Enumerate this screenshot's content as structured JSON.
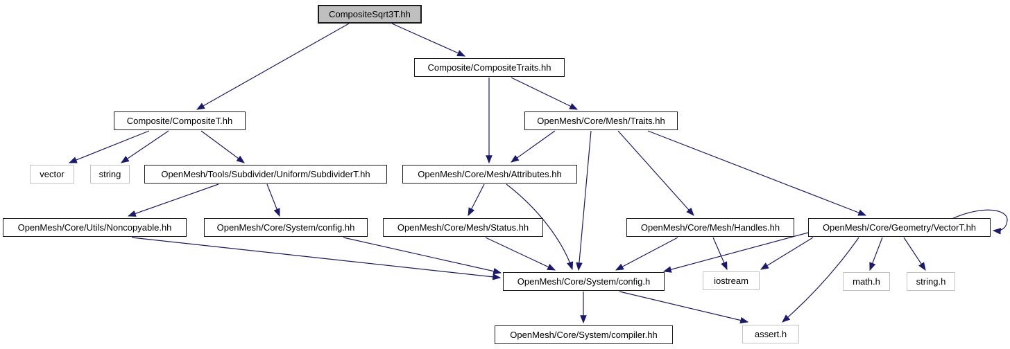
{
  "diagram": {
    "type": "include-dependency-graph",
    "edge_color": "#191970",
    "root_fill": "#bfbfbf",
    "nodes": {
      "composite_sqrt3t": {
        "label": "CompositeSqrt3T.hh",
        "kind": "root"
      },
      "composite_traits": {
        "label": "Composite/CompositeTraits.hh",
        "kind": "internal"
      },
      "composite_t": {
        "label": "Composite/CompositeT.hh",
        "kind": "internal"
      },
      "mesh_traits": {
        "label": "OpenMesh/Core/Mesh/Traits.hh",
        "kind": "internal"
      },
      "vector": {
        "label": "vector",
        "kind": "external"
      },
      "string": {
        "label": "string",
        "kind": "external"
      },
      "subdivider_t": {
        "label": "OpenMesh/Tools/Subdivider/Uniform/SubdividerT.hh",
        "kind": "internal"
      },
      "attributes": {
        "label": "OpenMesh/Core/Mesh/Attributes.hh",
        "kind": "internal"
      },
      "noncopyable": {
        "label": "OpenMesh/Core/Utils/Noncopyable.hh",
        "kind": "internal"
      },
      "config_hh": {
        "label": "OpenMesh/Core/System/config.hh",
        "kind": "internal"
      },
      "status": {
        "label": "OpenMesh/Core/Mesh/Status.hh",
        "kind": "internal"
      },
      "handles": {
        "label": "OpenMesh/Core/Mesh/Handles.hh",
        "kind": "internal"
      },
      "vector_t": {
        "label": "OpenMesh/Core/Geometry/VectorT.hh",
        "kind": "internal"
      },
      "config_h": {
        "label": "OpenMesh/Core/System/config.h",
        "kind": "internal"
      },
      "iostream": {
        "label": "iostream",
        "kind": "external"
      },
      "math_h": {
        "label": "math.h",
        "kind": "external"
      },
      "string_h": {
        "label": "string.h",
        "kind": "external"
      },
      "compiler": {
        "label": "OpenMesh/Core/System/compiler.hh",
        "kind": "internal"
      },
      "assert_h": {
        "label": "assert.h",
        "kind": "external"
      }
    },
    "edges": [
      {
        "from": "composite_sqrt3t",
        "to": "composite_t"
      },
      {
        "from": "composite_sqrt3t",
        "to": "composite_traits"
      },
      {
        "from": "composite_traits",
        "to": "attributes"
      },
      {
        "from": "composite_traits",
        "to": "mesh_traits"
      },
      {
        "from": "composite_t",
        "to": "vector"
      },
      {
        "from": "composite_t",
        "to": "string"
      },
      {
        "from": "composite_t",
        "to": "subdivider_t"
      },
      {
        "from": "subdivider_t",
        "to": "noncopyable"
      },
      {
        "from": "subdivider_t",
        "to": "config_hh"
      },
      {
        "from": "mesh_traits",
        "to": "attributes"
      },
      {
        "from": "mesh_traits",
        "to": "config_h"
      },
      {
        "from": "mesh_traits",
        "to": "handles"
      },
      {
        "from": "mesh_traits",
        "to": "vector_t"
      },
      {
        "from": "attributes",
        "to": "status"
      },
      {
        "from": "attributes",
        "to": "config_h"
      },
      {
        "from": "status",
        "to": "config_h"
      },
      {
        "from": "noncopyable",
        "to": "config_h"
      },
      {
        "from": "config_hh",
        "to": "config_h"
      },
      {
        "from": "handles",
        "to": "config_h"
      },
      {
        "from": "handles",
        "to": "iostream"
      },
      {
        "from": "vector_t",
        "to": "config_h"
      },
      {
        "from": "vector_t",
        "to": "iostream"
      },
      {
        "from": "vector_t",
        "to": "math_h"
      },
      {
        "from": "vector_t",
        "to": "string_h"
      },
      {
        "from": "vector_t",
        "to": "assert_h"
      },
      {
        "from": "vector_t",
        "to": "vector_t"
      },
      {
        "from": "config_h",
        "to": "compiler"
      },
      {
        "from": "config_h",
        "to": "assert_h"
      }
    ]
  }
}
